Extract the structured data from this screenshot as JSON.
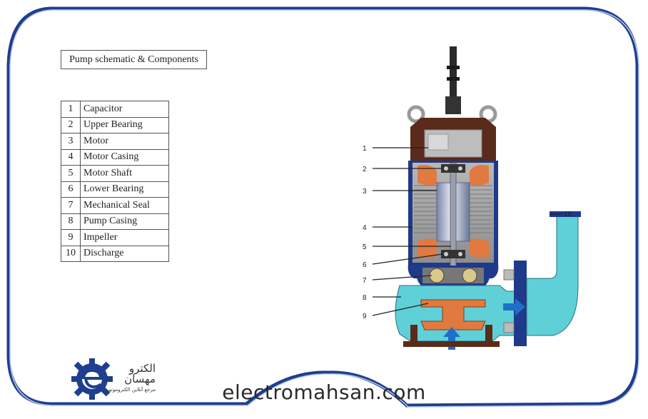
{
  "title": "Pump schematic & Components",
  "components": [
    {
      "num": "1",
      "name": "Capacitor"
    },
    {
      "num": "2",
      "name": "Upper Bearing"
    },
    {
      "num": "3",
      "name": "Motor"
    },
    {
      "num": "4",
      "name": "Motor Casing"
    },
    {
      "num": "5",
      "name": "Motor Shaft"
    },
    {
      "num": "6",
      "name": "Lower Bearing"
    },
    {
      "num": "7",
      "name": "Mechanical Seal"
    },
    {
      "num": "8",
      "name": "Pump Casing"
    },
    {
      "num": "9",
      "name": "Impeller"
    },
    {
      "num": "10",
      "name": "Discharge"
    }
  ],
  "callouts": [
    "1",
    "2",
    "3",
    "4",
    "5",
    "6",
    "7",
    "8",
    "9",
    "10"
  ],
  "logo": {
    "text": "الكترو مهسان",
    "tagline": "مرجع آنلاین الکتروموتور"
  },
  "website": "electromahsan.com",
  "colors": {
    "frame": "#1e3f8f",
    "casing": "#1f3a8a",
    "pump": "#5fd0d8",
    "rotor": "#9aa8c8",
    "winding": "#e07a40",
    "base": "#5a2a1a"
  }
}
